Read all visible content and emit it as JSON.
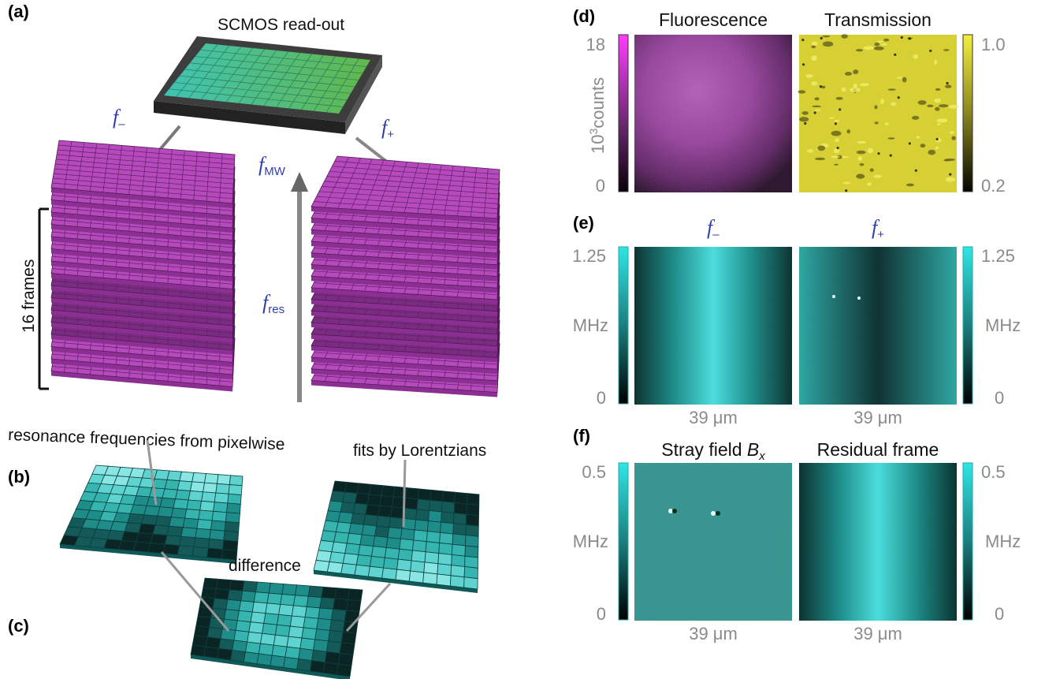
{
  "panel_labels": {
    "a": "(a)",
    "b": "(b)",
    "c": "(c)",
    "d": "(d)",
    "e": "(e)",
    "f": "(f)"
  },
  "left": {
    "camera_label": "SCMOS read-out",
    "f_minus": {
      "f": "f",
      "sub": "–"
    },
    "f_plus": {
      "f": "f",
      "sub": "+"
    },
    "f_mw": {
      "f": "f",
      "sub": "MW"
    },
    "f_res": {
      "f": "f",
      "sub": "res"
    },
    "frames_label": "16 frames",
    "caption_left": "resonance frequencies from pixelwise",
    "caption_right": "fits by Lorentzians",
    "difference_label": "difference",
    "stack_frame_count": 16
  },
  "panel_d": {
    "title_left": "Fluorescence",
    "title_right": "Transmission",
    "cbar_left": {
      "max": "18",
      "min": "0",
      "unit_exp": "3",
      "unit_base": "10",
      "unit_rest": "counts"
    },
    "cbar_right": {
      "max": "1.0",
      "min": "0.2"
    }
  },
  "panel_e": {
    "title_left": {
      "f": "f",
      "sub": "–"
    },
    "title_right": {
      "f": "f",
      "sub": "+"
    },
    "cbar_left": {
      "max": "1.25",
      "mid": "MHz",
      "min": "0"
    },
    "cbar_right": {
      "max": "1.25",
      "mid": "MHz",
      "min": "0"
    },
    "scale_left": "39 μm",
    "scale_right": "39 μm"
  },
  "panel_f": {
    "title_left_main": "Stray field ",
    "title_left_var": "B",
    "title_left_sub": "x",
    "title_right": "Residual frame",
    "cbar_left": {
      "max": "0.5",
      "mid": "MHz",
      "min": "0"
    },
    "cbar_right": {
      "max": "0.5",
      "mid": "MHz",
      "min": "0"
    },
    "scale_left": "39 μm",
    "scale_right": "39 μm"
  },
  "colors": {
    "magenta": "#b040b8",
    "magenta_dark": "#5a1f5e",
    "cyan": "#2ec4c4",
    "cyan_dark": "#0a3a3a",
    "yellow": "#e0dc3a",
    "blue_label": "#2f3fae",
    "camera_body": "#3d3d3d"
  }
}
